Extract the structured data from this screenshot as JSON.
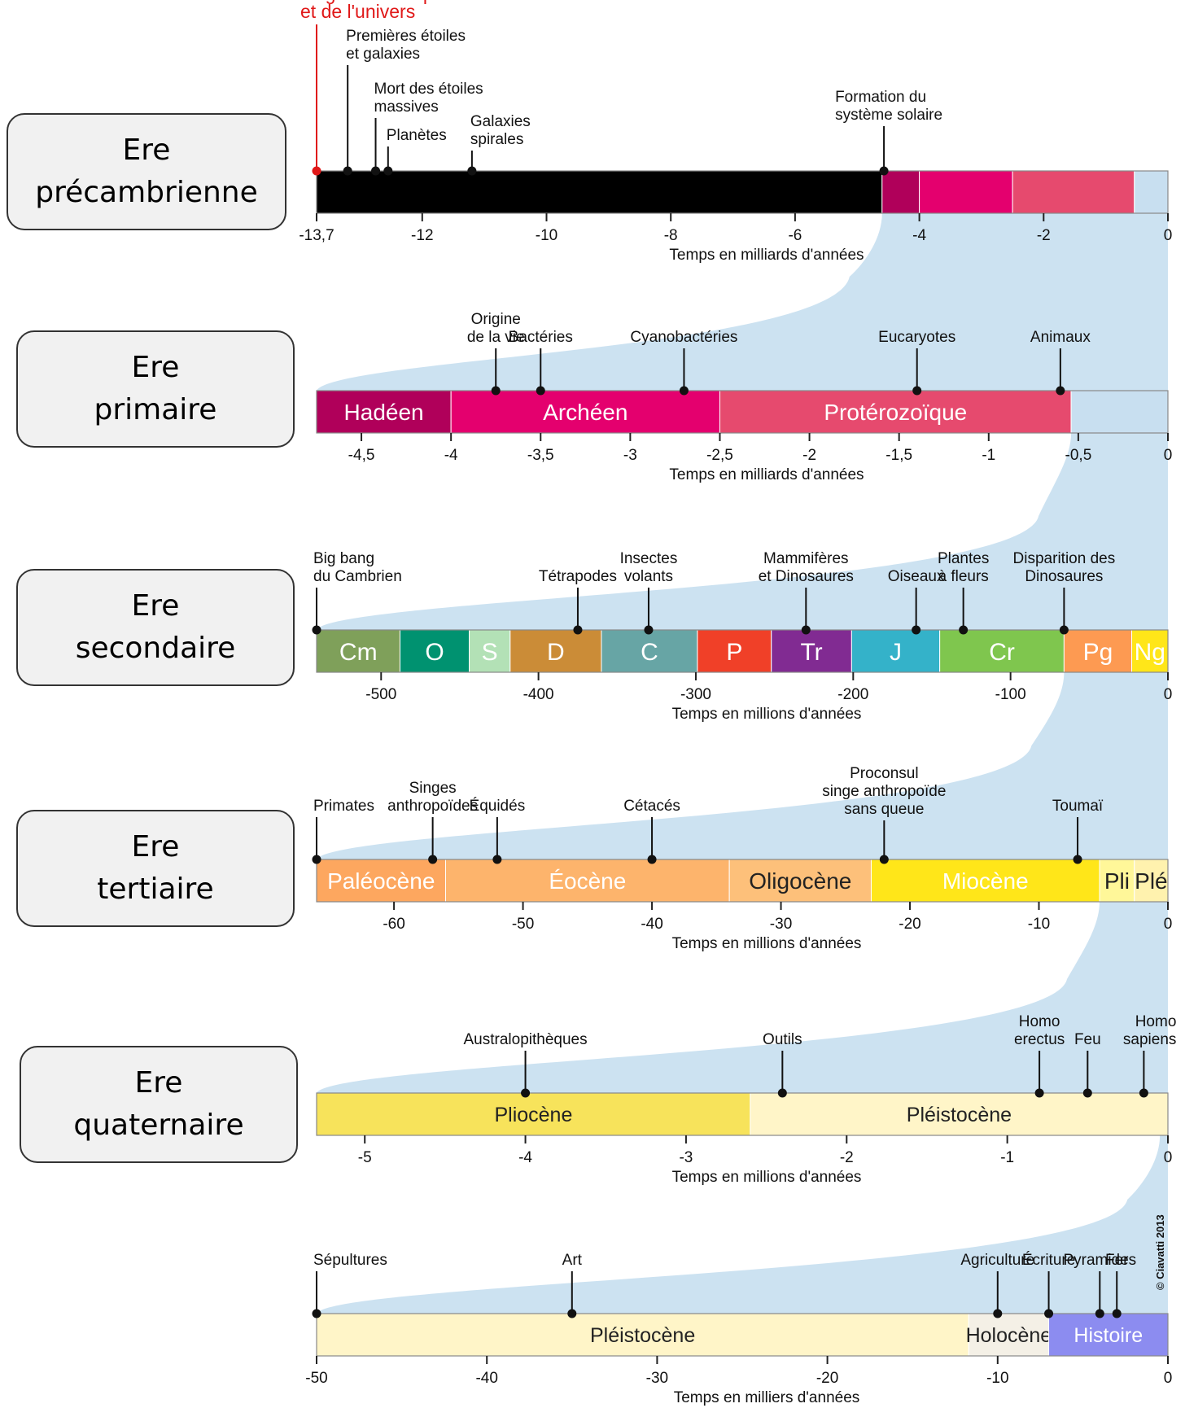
{
  "eras": [
    {
      "line1": "Ere",
      "line2": "précambrienne"
    },
    {
      "line1": "Ere",
      "line2": "primaire"
    },
    {
      "line1": "Ere",
      "line2": "secondaire"
    },
    {
      "line1": "Ere",
      "line2": "tertiaire"
    },
    {
      "line1": "Ere",
      "line2": "quaternaire"
    }
  ],
  "copyright": "© Ciavatti 2013",
  "timelines": [
    {
      "id": "universe",
      "axis_label": "Temps en milliards d'années",
      "domain": [
        -13.7,
        0
      ],
      "ticks": [
        {
          "v": -13.7,
          "t": "-13,7"
        },
        {
          "v": -12,
          "t": "-12"
        },
        {
          "v": -10,
          "t": "-10"
        },
        {
          "v": -8,
          "t": "-8"
        },
        {
          "v": -6,
          "t": "-6"
        },
        {
          "v": -4,
          "t": "-4"
        },
        {
          "v": -2,
          "t": "-2"
        },
        {
          "v": 0,
          "t": "0"
        }
      ],
      "segments": [
        {
          "from": -13.7,
          "to": -4.6,
          "label": "",
          "color": "#000000"
        },
        {
          "from": -4.6,
          "to": -4.0,
          "label": "",
          "color": "#b0005a"
        },
        {
          "from": -4.0,
          "to": -2.5,
          "label": "",
          "color": "#e4006e"
        },
        {
          "from": -2.5,
          "to": -0.54,
          "label": "",
          "color": "#e64a6e"
        },
        {
          "from": -0.54,
          "to": 0,
          "label": "",
          "color": "#c8dff0"
        }
      ],
      "events": [
        {
          "v": -13.7,
          "label": "Origine du temps\net de l'univers",
          "color": "#e01818"
        },
        {
          "v": -13.2,
          "label": "Premières étoiles\net galaxies"
        },
        {
          "v": -12.75,
          "label": "Mort des étoiles\nmassives"
        },
        {
          "v": -12.55,
          "label": "Planètes"
        },
        {
          "v": -11.2,
          "label": "Galaxies\nspirales"
        },
        {
          "v": -4.57,
          "label": "Formation du\nsystème solaire"
        }
      ]
    },
    {
      "id": "precambrian",
      "axis_label": "Temps en milliards d'années",
      "domain": [
        -4.75,
        0
      ],
      "ticks": [
        {
          "v": -4.5,
          "t": "-4,5"
        },
        {
          "v": -4,
          "t": "-4"
        },
        {
          "v": -3.5,
          "t": "-3,5"
        },
        {
          "v": -3,
          "t": "-3"
        },
        {
          "v": -2.5,
          "t": "-2,5"
        },
        {
          "v": -2,
          "t": "-2"
        },
        {
          "v": -1.5,
          "t": "-1,5"
        },
        {
          "v": -1,
          "t": "-1"
        },
        {
          "v": -0.5,
          "t": "-0,5"
        },
        {
          "v": 0,
          "t": "0"
        }
      ],
      "segments": [
        {
          "from": -4.75,
          "to": -4.0,
          "label": "Hadéen",
          "color": "#b0005a"
        },
        {
          "from": -4.0,
          "to": -2.5,
          "label": "Archéen",
          "color": "#e4006e"
        },
        {
          "from": -2.5,
          "to": -0.54,
          "label": "Protérozoïque",
          "color": "#e64a6e"
        },
        {
          "from": -0.54,
          "to": 0,
          "label": "",
          "color": "#c8dff0"
        }
      ],
      "events": [
        {
          "v": -3.75,
          "label": "Origine\nde la vie"
        },
        {
          "v": -3.5,
          "label": "Bactéries"
        },
        {
          "v": -2.7,
          "label": "Cyanobactéries"
        },
        {
          "v": -1.4,
          "label": "Eucaryotes"
        },
        {
          "v": -0.6,
          "label": "Animaux"
        }
      ]
    },
    {
      "id": "phanerozoic",
      "axis_label": "Temps en millions d'années",
      "domain": [
        -541,
        0
      ],
      "ticks": [
        {
          "v": -500,
          "t": "-500"
        },
        {
          "v": -400,
          "t": "-400"
        },
        {
          "v": -300,
          "t": "-300"
        },
        {
          "v": -200,
          "t": "-200"
        },
        {
          "v": -100,
          "t": "-100"
        },
        {
          "v": 0,
          "t": "0"
        }
      ],
      "segments": [
        {
          "from": -541,
          "to": -488,
          "label": "Cm",
          "color": "#7fa05a"
        },
        {
          "from": -488,
          "to": -444,
          "label": "O",
          "color": "#009270"
        },
        {
          "from": -444,
          "to": -418,
          "label": "S",
          "color": "#b3e1b6"
        },
        {
          "from": -418,
          "to": -360,
          "label": "D",
          "color": "#cb8c37"
        },
        {
          "from": -360,
          "to": -299,
          "label": "C",
          "color": "#67a5a5"
        },
        {
          "from": -299,
          "to": -252,
          "label": "P",
          "color": "#f04028"
        },
        {
          "from": -252,
          "to": -201,
          "label": "Tr",
          "color": "#812b92"
        },
        {
          "from": -201,
          "to": -145,
          "label": "J",
          "color": "#34b2c9"
        },
        {
          "from": -145,
          "to": -66,
          "label": "Cr",
          "color": "#7fc64e"
        },
        {
          "from": -66,
          "to": -23,
          "label": "Pg",
          "color": "#fd9a52"
        },
        {
          "from": -23,
          "to": 0,
          "label": "Ng",
          "color": "#ffe619"
        }
      ],
      "events": [
        {
          "v": -541,
          "label": "Big bang\ndu Cambrien"
        },
        {
          "v": -375,
          "label": "Tétrapodes"
        },
        {
          "v": -330,
          "label": "Insectes\nvolants"
        },
        {
          "v": -230,
          "label": "Mammifères\net Dinosaures"
        },
        {
          "v": -160,
          "label": "Oiseaux"
        },
        {
          "v": -130,
          "label": "Plantes\nà fleurs"
        },
        {
          "v": -66,
          "label": "Disparition des\nDinosaures"
        }
      ]
    },
    {
      "id": "cenozoic",
      "axis_label": "Temps en millions d'années",
      "domain": [
        -66,
        0
      ],
      "ticks": [
        {
          "v": -60,
          "t": "-60"
        },
        {
          "v": -50,
          "t": "-50"
        },
        {
          "v": -40,
          "t": "-40"
        },
        {
          "v": -30,
          "t": "-30"
        },
        {
          "v": -20,
          "t": "-20"
        },
        {
          "v": -10,
          "t": "-10"
        },
        {
          "v": 0,
          "t": "0"
        }
      ],
      "segments": [
        {
          "from": -66,
          "to": -56,
          "label": "Paléocène",
          "color": "#fda75f"
        },
        {
          "from": -56,
          "to": -34,
          "label": "Éocène",
          "color": "#fdb46c"
        },
        {
          "from": -34,
          "to": -23,
          "label": "Oligocène",
          "color": "#fdc07a"
        },
        {
          "from": -23,
          "to": -5.3,
          "label": "Miocène",
          "color": "#ffe619"
        },
        {
          "from": -5.3,
          "to": -2.6,
          "label": "Pli",
          "color": "#fff799"
        },
        {
          "from": -2.6,
          "to": 0,
          "label": "Plé",
          "color": "#fff2ae"
        }
      ],
      "events": [
        {
          "v": -66,
          "label": "Primates"
        },
        {
          "v": -57,
          "label": "Singes\nanthropoïdes"
        },
        {
          "v": -52,
          "label": "Équidés"
        },
        {
          "v": -40,
          "label": "Cétacés"
        },
        {
          "v": -22,
          "label": "Proconsul\nsinge anthropoïde\nsans queue"
        },
        {
          "v": -7,
          "label": "Toumaï"
        }
      ]
    },
    {
      "id": "quaternary",
      "axis_label": "Temps en millions d'années",
      "domain": [
        -5.3,
        0
      ],
      "ticks": [
        {
          "v": -5,
          "t": "-5"
        },
        {
          "v": -4,
          "t": "-4"
        },
        {
          "v": -3,
          "t": "-3"
        },
        {
          "v": -2,
          "t": "-2"
        },
        {
          "v": -1,
          "t": "-1"
        },
        {
          "v": 0,
          "t": "0"
        }
      ],
      "segments": [
        {
          "from": -5.3,
          "to": -2.6,
          "label": "Pliocène",
          "color": "#f7e35b"
        },
        {
          "from": -2.6,
          "to": 0,
          "label": "Pléistocène",
          "color": "#fff5c8"
        }
      ],
      "events": [
        {
          "v": -4,
          "label": "Australopithèques"
        },
        {
          "v": -2.4,
          "label": "Outils"
        },
        {
          "v": -0.8,
          "label": "Homo\nerectus"
        },
        {
          "v": -0.5,
          "label": "Feu"
        },
        {
          "v": -0.15,
          "label": "Homo\nsapiens"
        }
      ]
    },
    {
      "id": "recent",
      "axis_label": "Temps en milliers d'années",
      "domain": [
        -50,
        0
      ],
      "ticks": [
        {
          "v": -50,
          "t": "-50"
        },
        {
          "v": -40,
          "t": "-40"
        },
        {
          "v": -30,
          "t": "-30"
        },
        {
          "v": -20,
          "t": "-20"
        },
        {
          "v": -10,
          "t": "-10"
        },
        {
          "v": 0,
          "t": "0"
        }
      ],
      "segments": [
        {
          "from": -50,
          "to": -11.7,
          "label": "Pléistocène",
          "color": "#fff5c8"
        },
        {
          "from": -11.7,
          "to": -7,
          "label": "Holocène",
          "color": "#f4f0e6"
        },
        {
          "from": -7,
          "to": 0,
          "label": "Histoire",
          "color": "#8c8cf0"
        }
      ],
      "events": [
        {
          "v": -50,
          "label": "Sépultures"
        },
        {
          "v": -35,
          "label": "Art"
        },
        {
          "v": -10,
          "label": "Agriculture"
        },
        {
          "v": -7,
          "label": "Écriture"
        },
        {
          "v": -4,
          "label": "Pyramides"
        },
        {
          "v": -3,
          "label": "Fer"
        }
      ]
    }
  ]
}
